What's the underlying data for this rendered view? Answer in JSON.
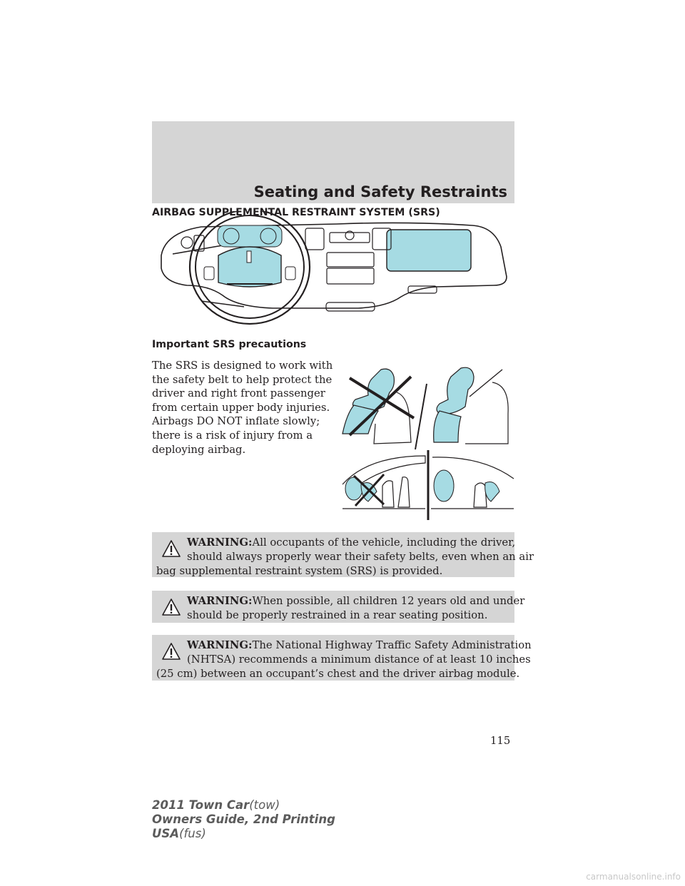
{
  "header": {
    "section_title": "Seating and Safety Restraints"
  },
  "main": {
    "heading": "AIRBAG SUPPLEMENTAL RESTRAINT SYSTEM (SRS)",
    "subheading": "Important SRS precautions",
    "intro_lines": [
      "The SRS is designed to work with",
      "the safety belt to help protect the",
      "driver and right front passenger",
      "from certain upper body injuries.",
      "Airbags DO NOT inflate slowly;",
      "there is a risk of injury from a",
      "deploying airbag."
    ]
  },
  "warnings": [
    {
      "label": "WARNING:",
      "first": "All occupants of the vehicle, including the driver,",
      "lines": [
        "should always properly wear their safety belts, even when an air",
        "bag supplemental restraint system (SRS) is provided."
      ]
    },
    {
      "label": "WARNING:",
      "first": "When possible, all children 12 years old and under",
      "lines": [
        "should be properly restrained in a rear seating position."
      ]
    },
    {
      "label": "WARNING:",
      "first": "The National Highway Traffic Safety Administration",
      "lines": [
        "(NHTSA) recommends a minimum distance of at least 10 inches",
        "(25 cm) between an occupant’s chest and the driver airbag module."
      ]
    }
  ],
  "page_number": "115",
  "footer": {
    "model": "2011 Town Car",
    "model_code": "(tow)",
    "guide": "Owners Guide, 2nd Printing",
    "market": "USA",
    "market_code": "(fus)"
  },
  "watermark": "carmanualsonline.info",
  "colors": {
    "band": "#d5d5d5",
    "airbag_blue": "#a6dbe3",
    "text": "#231f20"
  }
}
